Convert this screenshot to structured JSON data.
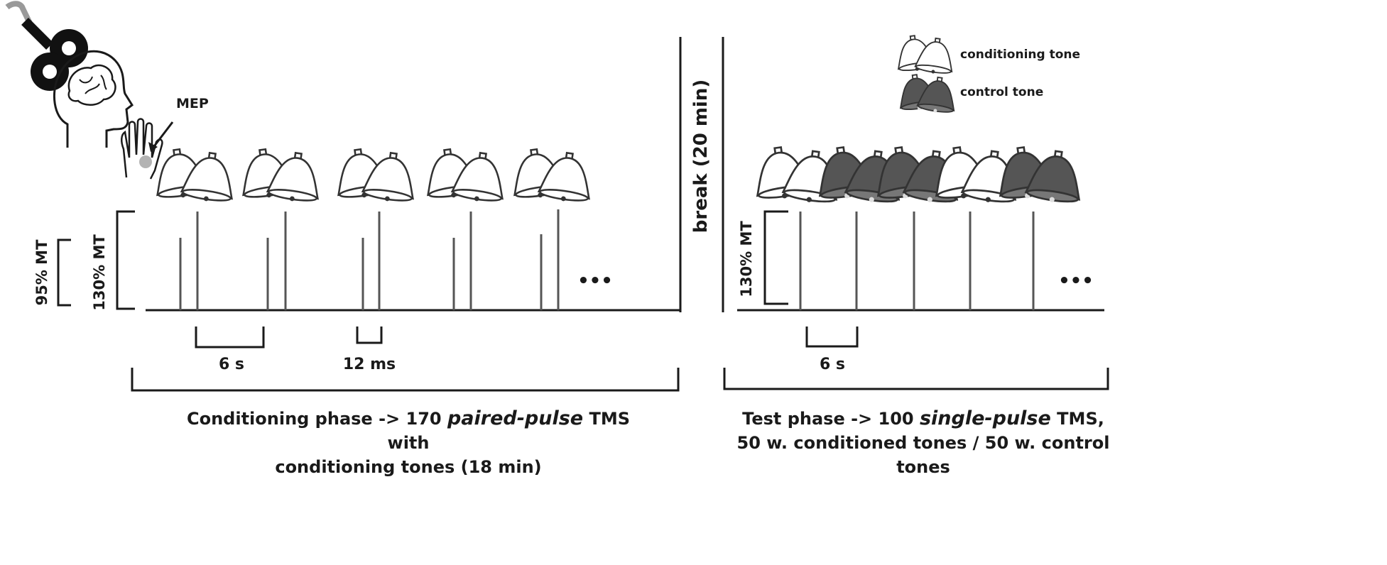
{
  "labels": {
    "mep": "MEP",
    "mt95": "95% MT",
    "mt130_left": "130% MT",
    "mt130_right": "130% MT",
    "break": "break (20 min)",
    "interval_6s_left": "6 s",
    "interval_12ms": "12 ms",
    "interval_6s_right": "6 s",
    "ellipsis": "•••"
  },
  "legend": {
    "conditioning": "conditioning tone",
    "control": "control tone"
  },
  "captions": {
    "conditioning": {
      "pre": "Conditioning phase -> 170 ",
      "em": "paired-pulse",
      "post": " TMS with",
      "line2": "conditioning tones (18 min)"
    },
    "test": {
      "pre": "Test phase -> 100 ",
      "em": "single-pulse",
      "post": " TMS,",
      "line2": "50 w. conditioned tones / 50 w. control tones"
    }
  },
  "sequences": {
    "conditioning_phase_tones": [
      "conditioning",
      "conditioning",
      "conditioning",
      "conditioning",
      "conditioning"
    ],
    "test_phase_tones": [
      "conditioning",
      "control",
      "control",
      "conditioning",
      "control"
    ]
  },
  "colors": {
    "line": "#1a1a1a",
    "pulse": "#555555",
    "bell_outline": "#333333",
    "bell_control_fill": "#555555",
    "mep_dot": "#b3b3b3",
    "coil": "#111111"
  }
}
